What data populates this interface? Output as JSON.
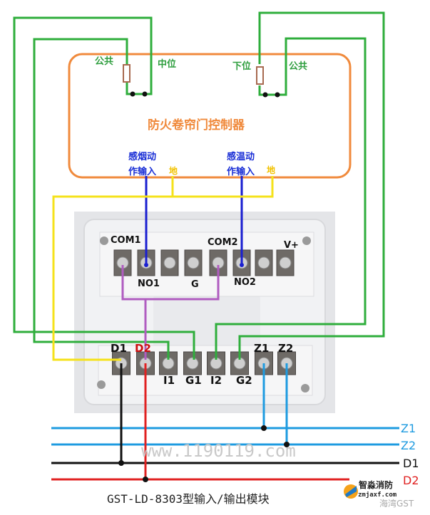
{
  "controller": {
    "title": "防火卷帘门控制器",
    "top_left_common": "公共",
    "top_left_mid": "中位",
    "top_right_lower": "下位",
    "top_right_common": "公共",
    "smoke_input_line1": "感烟动",
    "smoke_input_line2": "作输入",
    "heat_input_line1": "感温动",
    "heat_input_line2": "作输入",
    "ground_1": "地",
    "ground_2": "地"
  },
  "module_top_terminals": {
    "com1": "COM1",
    "com2": "COM2",
    "vplus": "V+",
    "no1": "NO1",
    "g": "G",
    "no2": "NO2"
  },
  "module_bottom_terminals": {
    "d1": "D1",
    "d2": "D2",
    "i1": "I1",
    "g1": "G1",
    "i2": "I2",
    "g2": "G2",
    "z1": "Z1",
    "z2": "Z2"
  },
  "bus_lines": [
    {
      "label": "Z1",
      "color": "#1e9be0"
    },
    {
      "label": "Z2",
      "color": "#1e9be0"
    },
    {
      "label": "D1",
      "color": "#111111"
    },
    {
      "label": "D2",
      "color": "#e02020"
    }
  ],
  "wire_colors": {
    "green": "#2fae3c",
    "blue": "#1a1fd0",
    "yellow": "#f5e21a",
    "purple": "#b05cc0",
    "orange": "#f08a3c",
    "resistor": "#a86a50"
  },
  "caption": "GST-LD-8303型输入/输出模块",
  "watermark": "www.1190119.com",
  "brand": {
    "name": "智淼消防",
    "url": "zmjaxf.com",
    "sub": "海湾GST"
  }
}
